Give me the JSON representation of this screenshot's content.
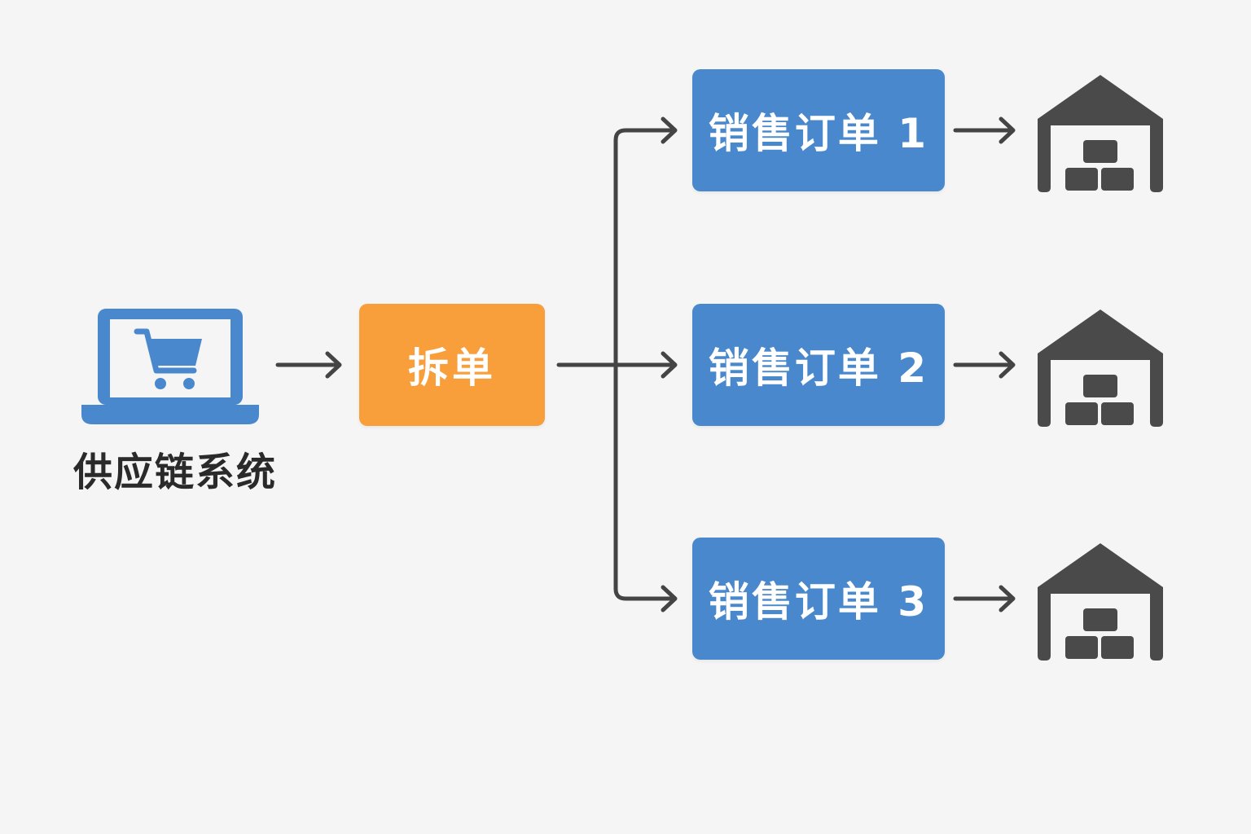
{
  "source": {
    "label": "供应链系统",
    "icon": "laptop-shopping-cart-icon"
  },
  "split": {
    "label": "拆单"
  },
  "orders": [
    {
      "label": "销售订单 1"
    },
    {
      "label": "销售订单 2"
    },
    {
      "label": "销售订单 3"
    }
  ],
  "destinations": [
    {
      "icon": "warehouse-icon"
    },
    {
      "icon": "warehouse-icon"
    },
    {
      "icon": "warehouse-icon"
    }
  ],
  "colors": {
    "background": "#f5f5f5",
    "split_box": "#f89e3b",
    "order_box": "#4a88cd",
    "laptop": "#4a88cd",
    "warehouse": "#4a4a4a",
    "arrow": "#444444"
  }
}
